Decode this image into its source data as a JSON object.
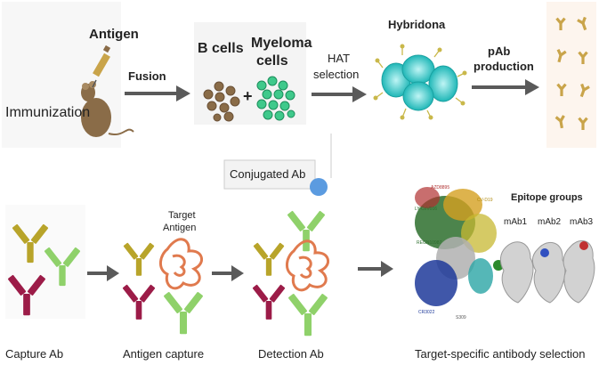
{
  "top_row": {
    "immunization": "Immunization",
    "antigen": "Antigen",
    "fusion": "Fusion",
    "b_cells": "B cells",
    "myeloma_line1": "Myeloma",
    "myeloma_line2": "cells",
    "plus": "+",
    "hat_line1": "HAT",
    "hat_line2": "selection",
    "hybridona": "Hybridona",
    "pab_line1": "pAb",
    "pab_line2": "production"
  },
  "bottom_row": {
    "conjugated_ab": "Conjugated Ab",
    "target_line1": "Target",
    "target_line2": "Antigen",
    "capture_ab": "Capture Ab",
    "antigen_capture": "Antigen capture",
    "detection_ab": "Detection Ab",
    "target_specific": "Target-specific antibody selection"
  },
  "epitope": {
    "title": "Epitope groups",
    "mab1": "mAb1",
    "mab2": "mAb2",
    "mab3": "mAb3"
  },
  "structure_labels": [
    "AZD8895",
    "CV-D19",
    "LY-CoV016",
    "REGN10987",
    "CR3022",
    "S309"
  ],
  "colors": {
    "antibody_yellow": "#b8a42a",
    "antibody_green": "#8fd16a",
    "antibody_maroon": "#9c1c48",
    "antigen_orange": "#e07a4e",
    "arrow_gray": "#5a5a5a",
    "bcell_brown": "#8a6c48",
    "myeloma_green": "#3fc98b",
    "hybridoma_cyan": "#2fc4c4",
    "conjugate_blue": "#5b9be0"
  }
}
